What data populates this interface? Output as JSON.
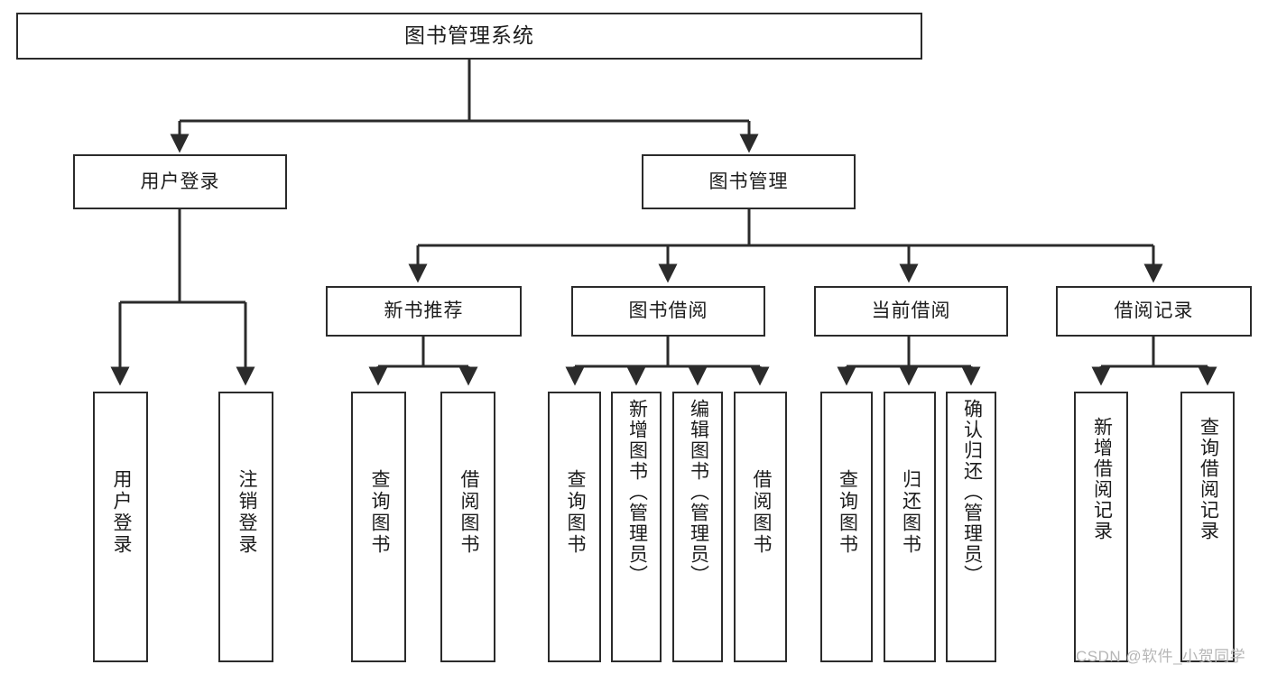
{
  "diagram": {
    "type": "tree",
    "title": "图书管理系统",
    "root": {
      "id": "root",
      "label": "图书管理系统",
      "orientation": "horizontal"
    },
    "level2": [
      {
        "id": "user-login",
        "label": "用户登录",
        "orientation": "horizontal"
      },
      {
        "id": "book-manage",
        "label": "图书管理",
        "orientation": "horizontal"
      }
    ],
    "level3": [
      {
        "id": "new-book-recommend",
        "label": "新书推荐",
        "orientation": "horizontal",
        "parent": "book-manage"
      },
      {
        "id": "book-borrow",
        "label": "图书借阅",
        "orientation": "horizontal",
        "parent": "book-manage"
      },
      {
        "id": "current-borrow",
        "label": "当前借阅",
        "orientation": "horizontal",
        "parent": "book-manage"
      },
      {
        "id": "borrow-record",
        "label": "借阅记录",
        "orientation": "horizontal",
        "parent": "book-manage"
      }
    ],
    "leaves": [
      {
        "id": "leaf-user-login",
        "label": "用户登录",
        "orientation": "vertical",
        "parent": "user-login"
      },
      {
        "id": "leaf-logout-login",
        "label": "注销登录",
        "orientation": "vertical",
        "parent": "user-login"
      },
      {
        "id": "leaf-query-book-1",
        "label": "查询图书",
        "orientation": "vertical",
        "parent": "new-book-recommend"
      },
      {
        "id": "leaf-borrow-book-1",
        "label": "借阅图书",
        "orientation": "vertical",
        "parent": "new-book-recommend"
      },
      {
        "id": "leaf-query-book-2",
        "label": "查询图书",
        "orientation": "vertical",
        "parent": "book-borrow"
      },
      {
        "id": "leaf-add-book",
        "label": "新增图书（管理员）",
        "orientation": "vertical",
        "parent": "book-borrow"
      },
      {
        "id": "leaf-edit-book",
        "label": "编辑图书（管理员）",
        "orientation": "vertical",
        "parent": "book-borrow"
      },
      {
        "id": "leaf-borrow-book-2",
        "label": "借阅图书",
        "orientation": "vertical",
        "parent": "book-borrow"
      },
      {
        "id": "leaf-query-book-3",
        "label": "查询图书",
        "orientation": "vertical",
        "parent": "current-borrow"
      },
      {
        "id": "leaf-return-book",
        "label": "归还图书",
        "orientation": "vertical",
        "parent": "current-borrow"
      },
      {
        "id": "leaf-confirm-return",
        "label": "确认归还（管理员）",
        "orientation": "vertical",
        "parent": "current-borrow"
      },
      {
        "id": "leaf-add-record",
        "label": "新增借阅记录",
        "orientation": "vertical",
        "parent": "borrow-record"
      },
      {
        "id": "leaf-query-record",
        "label": "查询借阅记录",
        "orientation": "vertical",
        "parent": "borrow-record"
      }
    ],
    "colors": {
      "stroke": "#2b2b2b",
      "fill": "#ffffff",
      "text": "#1c1c1c",
      "watermark": "#b6b6b6"
    }
  },
  "watermark": {
    "text": "CSDN @软件_小贺同学"
  }
}
